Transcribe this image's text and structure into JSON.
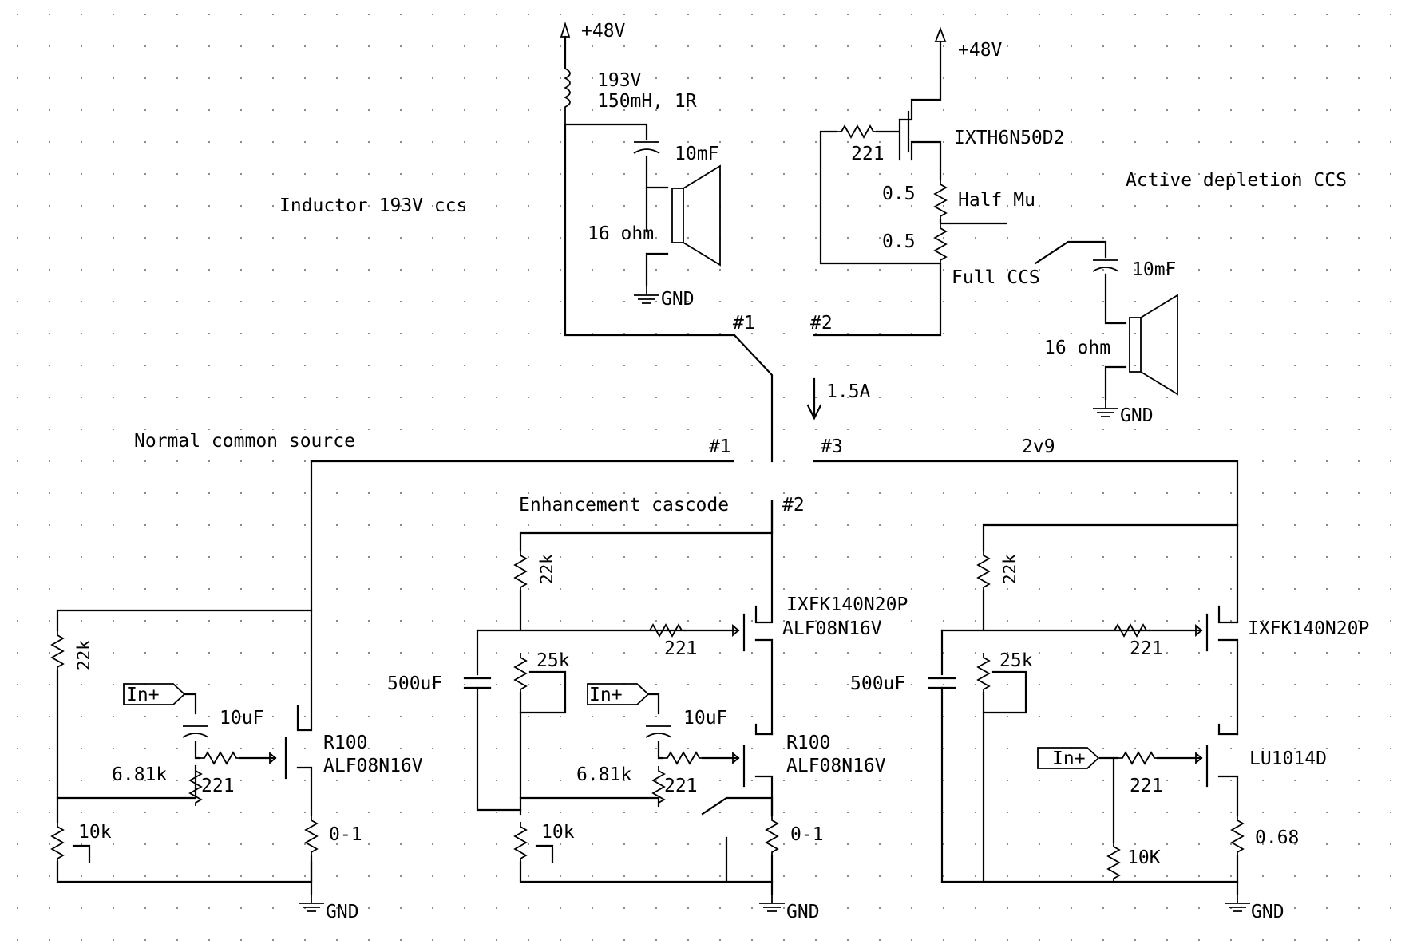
{
  "labels": {
    "supply_left": "+48V",
    "supply_right": "+48V",
    "inductor_value": "193V",
    "inductor_spec": "150mH, 1R",
    "cap_top_left": "10mF",
    "speaker_left": "16 ohm",
    "gnd": "GND",
    "title_inductor": "Inductor 193V ccs",
    "res_gate_top": "221",
    "mosfet_top": "IXTH6N50D2",
    "title_active": "Active depletion CCS",
    "res_05_a": "0.5",
    "half_mu": "Half Mu",
    "res_05_b": "0.5",
    "full_ccs": "Full CCS",
    "cap_top_right": "10mF",
    "speaker_right": "16 ohm",
    "node_1_top": "#1",
    "node_2_top": "#2",
    "current": "1.5A",
    "title_normal": "Normal common source",
    "node_1_mid": "#1",
    "node_3": "#3",
    "voltage_2v9": "2v9",
    "title_cascode": "Enhancement cascode",
    "node_2_mid": "#2",
    "res_22k": "22k",
    "res_25k": "25k",
    "cap_500uF": "500uF",
    "mosfet_ixfk": "IXFK140N20P",
    "jfet_alf": "ALF08N16V",
    "res_221": "221",
    "input": "In+",
    "cap_10uF": "10uF",
    "res_681k": "6.81k",
    "r100": "R100",
    "res_10k": "10k",
    "res_01": "0-1",
    "jfet_lu": "LU1014D",
    "res_10K_cap": "10K",
    "res_068": "0.68"
  }
}
